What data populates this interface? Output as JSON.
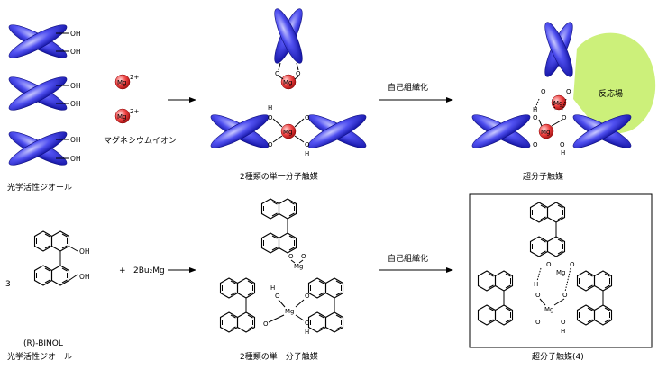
{
  "labels": {
    "oh": "OH",
    "mg_ion": "Mg",
    "mg_charge": "2+",
    "mg_ion_name": "マグネシウムイオン",
    "chiral_diol_top": "光学活性ジオール",
    "step_arrow": "自己組織化",
    "catalyst_two": "2種類の単一分子触媒",
    "supramolecular": "超分子触媒",
    "reaction_field": "反応場",
    "coeff_binol": "3",
    "oh_bottom": "OH",
    "plus": "+",
    "reagent": "2Bu₂Mg",
    "binol_name": "(R)-BINOL",
    "chiral_diol_bottom": "光学活性ジオール",
    "catalyst_two_bottom": "2種類の単一分子触媒",
    "step_arrow_bottom": "自己組織化",
    "supramolecular_4": "超分子触媒(4)",
    "o": "O",
    "h": "H",
    "mg": "Mg"
  },
  "colors": {
    "ellipse_blue": "#3a3aee",
    "mg_red": "#e03030",
    "reaction_field_green": "#ccf07a"
  }
}
